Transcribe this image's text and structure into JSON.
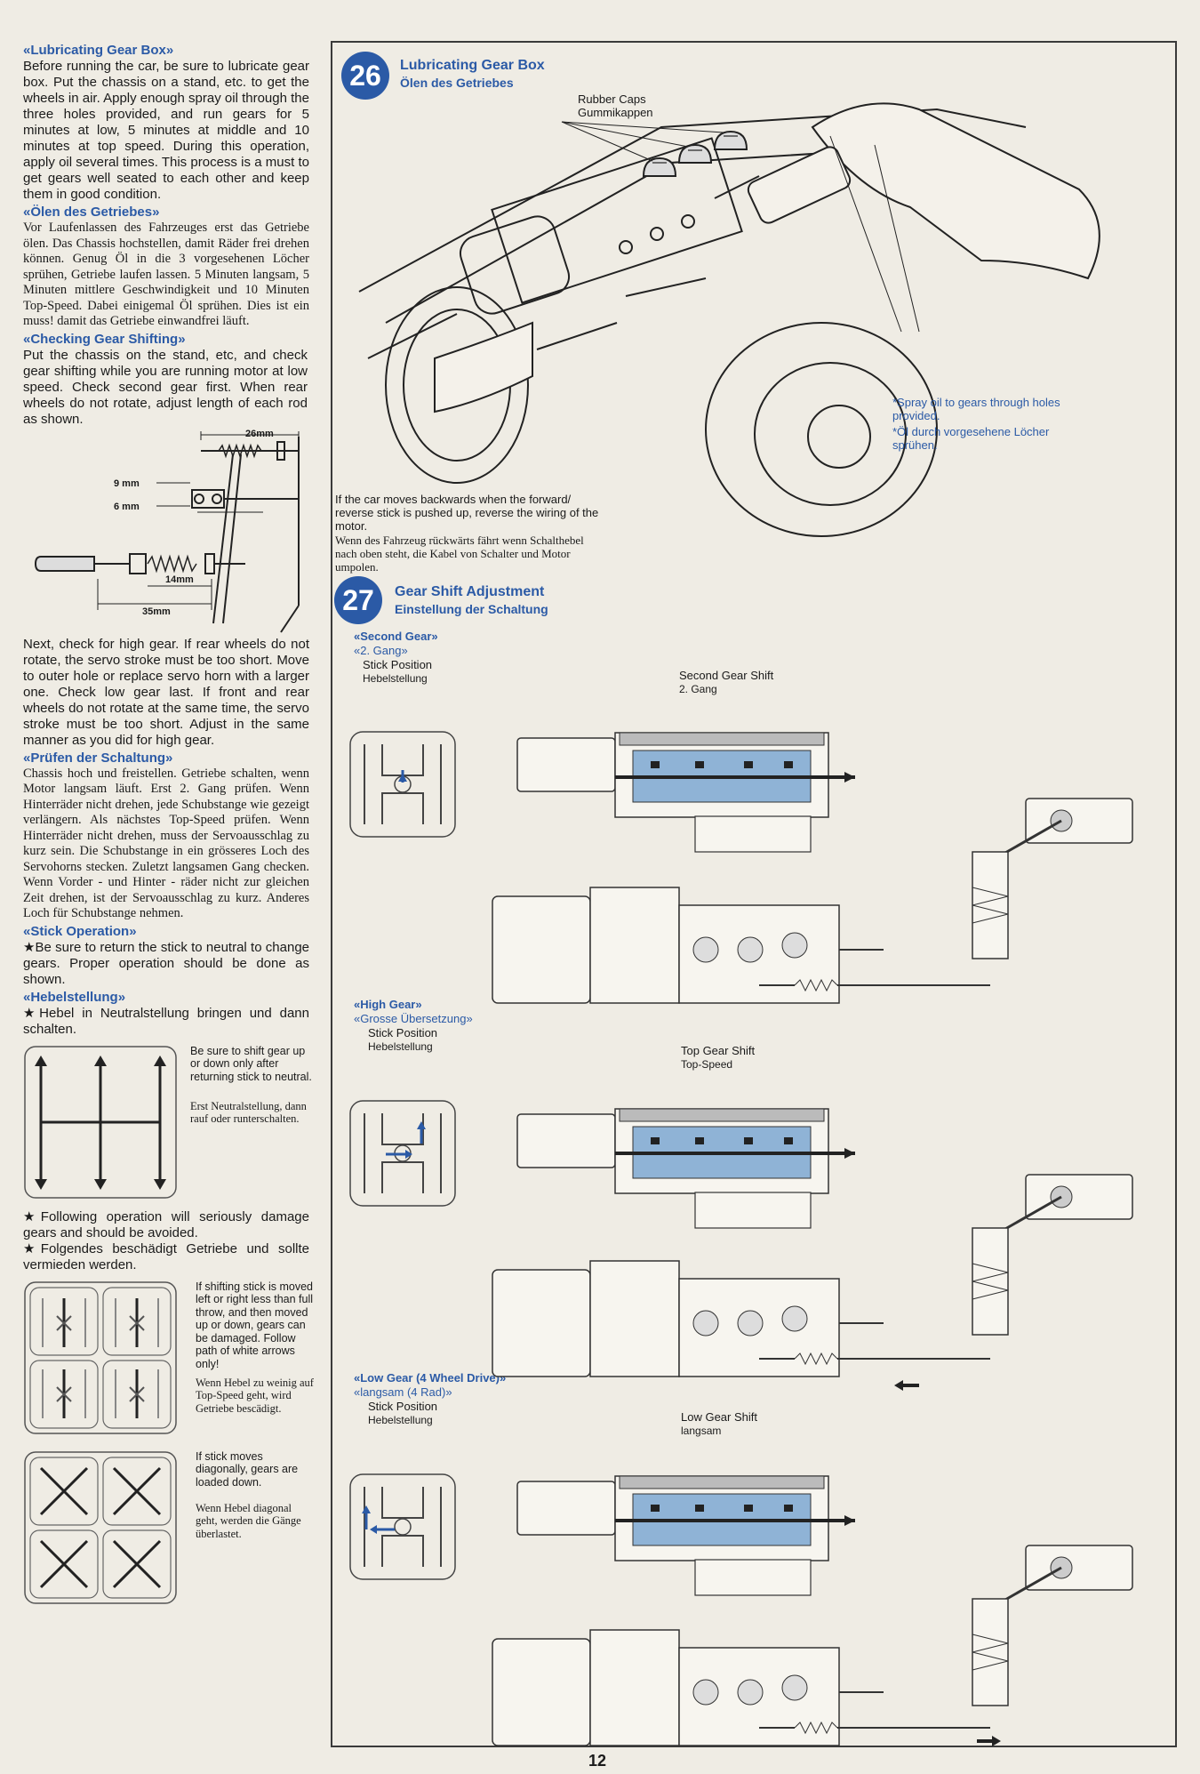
{
  "left": {
    "lube_en_h": "«Lubricating Gear Box»",
    "lube_en": "Before running the car, be sure to lubricate gear box. Put the chassis on a stand, etc. to get the wheels in air. Apply enough spray oil through the three holes provided, and run gears for 5 minutes at low, 5 minutes at middle and 10 minutes at top speed. During this operation, apply oil several times. This process is a must to get gears well seated to each other and keep them in good condition.",
    "lube_de_h": "«Ölen des Getriebes»",
    "lube_de": "Vor Laufenlassen des Fahrzeuges erst das Getriebe ölen. Das Chassis hochstellen, damit Räder frei drehen können. Genug Öl in die 3 vorgesehenen Löcher sprühen, Getriebe laufen lassen. 5 Minuten langsam, 5 Minuten mittlere Geschwindigkeit und 10 Minuten Top-Speed. Dabei einigemal Öl sprühen. Dies ist ein muss! damit das Getriebe einwandfrei läuft.",
    "check_en_h": "«Checking Gear Shifting»",
    "check_en": "Put the chassis on the stand, etc, and check gear shifting while you are running motor at low speed. Check second gear first. When rear wheels do not rotate, adjust length of each rod as shown.",
    "dims": {
      "d26": "26mm",
      "d9": "9 mm",
      "d6": "6 mm",
      "d14": "14mm",
      "d35": "35mm"
    },
    "check2_en": "Next, check for high gear. If rear wheels do not rotate, the servo stroke must be too short. Move to outer hole or replace servo horn with a larger one. Check low gear last. If front and rear wheels do not rotate at the same time, the servo stroke must be too short. Adjust in the same manner as you did for high gear.",
    "check_de_h": "«Prüfen der Schaltung»",
    "check_de": "Chassis hoch und freistellen. Getriebe schalten, wenn Motor langsam läuft. Erst 2. Gang prüfen. Wenn Hinterräder nicht drehen, jede Schubstange wie gezeigt verlängern. Als nächstes Top-Speed prüfen. Wenn Hinterräder nicht drehen, muss der Servoausschlag zu kurz sein. Die Schubstange in ein grösseres Loch des Servohorns stecken. Zuletzt langsamen Gang checken. Wenn Vorder - und Hinter - räder nicht zur gleichen Zeit drehen, ist der Servoausschlag zu kurz. Anderes Loch für Schubstange nehmen.",
    "stick_en_h": "«Stick Operation»",
    "stick_en": "★Be sure to return the stick to neutral to change gears. Proper operation should be done as shown.",
    "stick_de_h": "«Hebelstellung»",
    "stick_de": "★Hebel in Neutralstellung bringen und dann schalten.",
    "box1_en": "Be sure to shift gear up or down only after returning stick to neutral.",
    "box1_de": "Erst Neutralstellung, dann rauf oder runterschalten.",
    "avoid_en": "★Following operation will seriously damage gears and should be avoided.",
    "avoid_de": "★Folgendes beschädigt Getriebe und sollte vermieden werden.",
    "box2_en": "If shifting stick is moved left or right less than full throw, and then moved up or down, gears can be damaged. Follow path of white arrows only!",
    "box2_de": "Wenn Hebel zu weinig auf Top-Speed geht, wird Getriebe bescädigt.",
    "box3_en": "If stick moves diagonally, gears are loaded down.",
    "box3_de": "Wenn Hebel diagonal geht, werden die Gänge überlastet."
  },
  "step26": {
    "num": "26",
    "title_en": "Lubricating Gear Box",
    "title_de": "Ölen des Getriebes",
    "caps_en": "Rubber Caps",
    "caps_de": "Gummikappen",
    "spray_en": "*Spray oil to gears through holes provided.",
    "spray_de": "*Öl durch vorgesehene Löcher sprühen.",
    "reverse_en": "If the car moves backwards when the forward/ reverse stick is pushed up, reverse the wiring of the motor.",
    "reverse_de": "Wenn des Fahrzeug rückwärts fährt wenn Schalthebel nach oben steht, die Kabel von Schalter und Motor umpolen."
  },
  "step27": {
    "num": "27",
    "title_en": "Gear Shift Adjustment",
    "title_de": "Einstellung der Schaltung",
    "second": {
      "en": "«Second Gear»",
      "de": "«2. Gang»",
      "stick_en": "Stick Position",
      "stick_de": "Hebelstellung",
      "shift_en": "Second Gear Shift",
      "shift_de": "2. Gang"
    },
    "high": {
      "en": "«High Gear»",
      "de": "«Grosse Übersetzung»",
      "stick_en": "Stick Position",
      "stick_de": "Hebelstellung",
      "shift_en": "Top Gear Shift",
      "shift_de": "Top-Speed"
    },
    "low": {
      "en": "«Low Gear (4 Wheel Drive)»",
      "de": "«langsam (4 Rad)»",
      "stick_en": "Stick Position",
      "stick_de": "Hebelstellung",
      "shift_en": "Low Gear Shift",
      "shift_de": "langsam"
    }
  },
  "page_number": "12",
  "colors": {
    "accent": "#2b5aa6",
    "gear_fill": "#8fb3d6",
    "paper": "#efece4"
  }
}
